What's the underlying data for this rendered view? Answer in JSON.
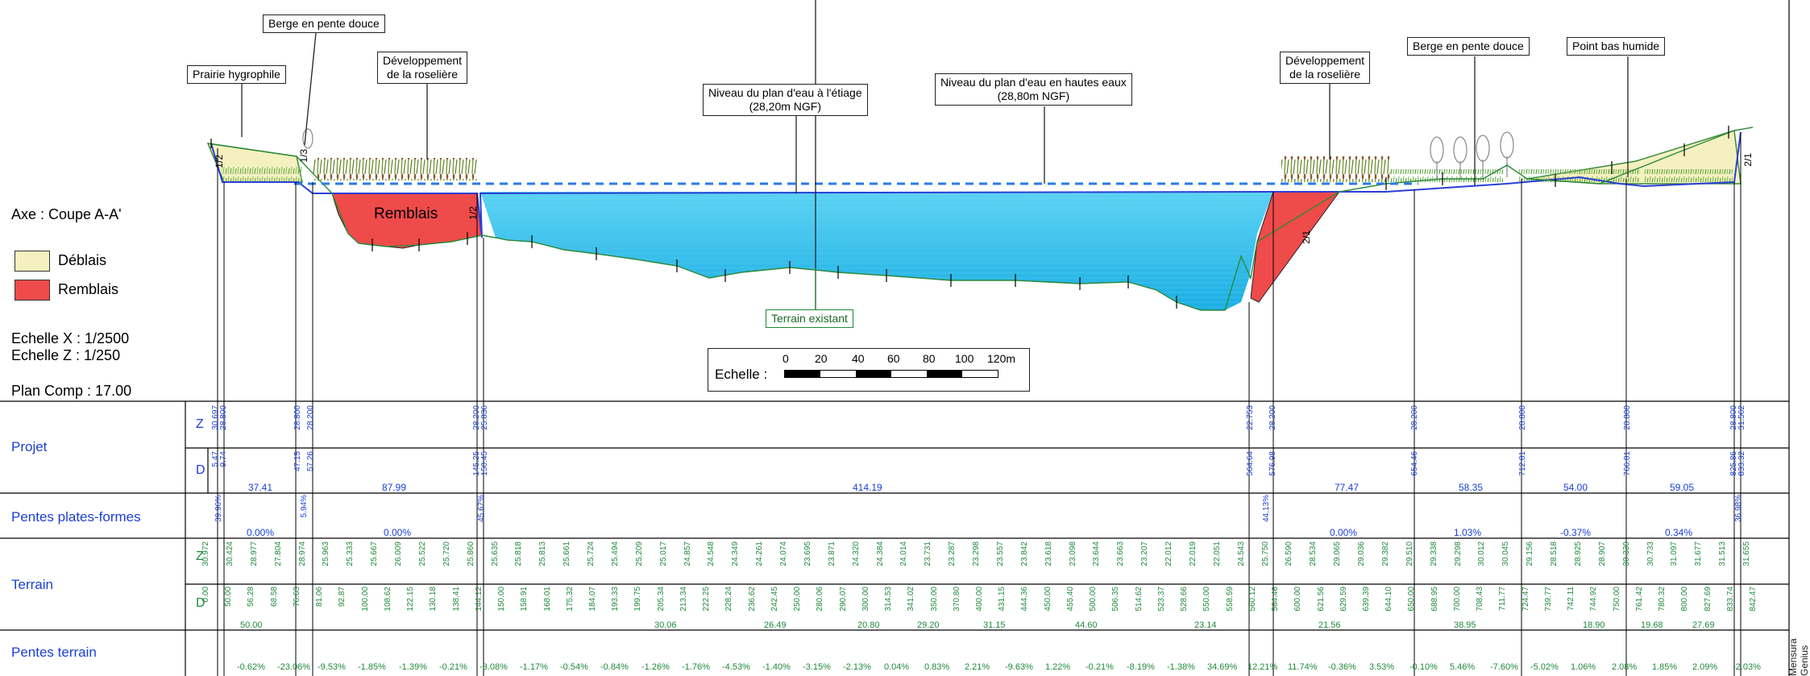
{
  "legend": {
    "axis_label": "Axe : Coupe A-A'",
    "deblais": "Déblais",
    "remblais": "Remblais",
    "deblais_color": "#f5f0c0",
    "remblais_color": "#ef4b4b",
    "echelle_x": "Echelle X : 1/2500",
    "echelle_z": "Echelle Z : 1/250",
    "plan_comp": "Plan Comp : 17.00"
  },
  "callouts": {
    "berge_left": "Berge en pente douce",
    "prairie": "Prairie hygrophile",
    "dev_left_1": "Développement",
    "dev_left_2": "de la roselière",
    "etiage_1": "Niveau du plan d'eau à l'étiage",
    "etiage_2": "(28,20m NGF)",
    "hautes_1": "Niveau du plan d'eau en hautes eaux",
    "hautes_2": "(28,80m NGF)",
    "dev_right_1": "Développement",
    "dev_right_2": "de la roselière",
    "berge_right": "Berge en pente douce",
    "point_bas": "Point bas humide",
    "terrain_existant": "Terrain existant",
    "remblais_label": "Remblais"
  },
  "scale_bar": {
    "label": "Echelle :",
    "ticks": [
      "0",
      "20",
      "40",
      "60",
      "80",
      "100",
      "120m"
    ]
  },
  "slope_labels": {
    "left_bank": "1/2",
    "left_small": "1/3",
    "mid": "1/2",
    "right_fill": "2/1",
    "right_end": "2/1"
  },
  "rows": {
    "projet": "Projet",
    "pentes_pf": "Pentes plates-formes",
    "terrain": "Terrain",
    "pentes_terrain": "Pentes terrain",
    "z": "Z",
    "d": "D"
  },
  "projet_z": [
    "30.697",
    "28.800",
    "28.800",
    "28.200",
    "28.200",
    "25.836",
    "22.753",
    "28.200",
    "28.200",
    "28.800",
    "28.800",
    "28.800",
    "31.562"
  ],
  "projet_d": [
    "5.47",
    "9.74",
    "47.15",
    "57.26",
    "145.25",
    "150.45",
    "564.64",
    "576.98",
    "654.46",
    "712.81",
    "766.81",
    "825.86",
    "833.32"
  ],
  "projet_spans": [
    "37.41",
    "87.99",
    "414.19",
    "77.47",
    "58.35",
    "54.00",
    "59.05"
  ],
  "pentes_pf_vertical": [
    "39.96%",
    "5.94%",
    "45.67%",
    "44.13%",
    "36.98%"
  ],
  "pentes_pf_flat": [
    "0.00%",
    "0.00%",
    "0.00%",
    "1.03%",
    "-0.37%",
    "0.34%"
  ],
  "terrain_z_samples": [
    "30.972",
    "30.424",
    "28.977",
    "27.804",
    "28.974",
    "25.963",
    "25.333",
    "25.667",
    "26.009",
    "25.522",
    "25.720",
    "25.860",
    "25.635",
    "25.818",
    "25.813",
    "25.661",
    "25.724",
    "25.494",
    "25.209",
    "25.017",
    "24.857",
    "24.548",
    "24.349",
    "24.261",
    "24.074",
    "23.695",
    "23.871",
    "24.320",
    "24.384",
    "24.014",
    "23.731",
    "23.287",
    "23.298",
    "23.557",
    "23.842",
    "23.618",
    "23.098",
    "23.644",
    "23.663",
    "23.207",
    "22.012",
    "22.019",
    "22.051",
    "24.543",
    "25.750",
    "26.590",
    "28.534",
    "29.065",
    "29.036",
    "29.382",
    "29.510",
    "29.338",
    "29.298",
    "30.012",
    "30.045",
    "29.156",
    "28.518",
    "28.925",
    "28.907",
    "30.339",
    "30.733",
    "31.097",
    "31.677",
    "31.513",
    "31.655"
  ],
  "terrain_d_samples": [
    "0.00",
    "50.00",
    "56.28",
    "68.58",
    "76.63",
    "81.06",
    "92.87",
    "100.00",
    "108.62",
    "122.15",
    "130.18",
    "138.41",
    "144.12",
    "150.00",
    "158.91",
    "168.01",
    "175.32",
    "184.07",
    "193.33",
    "199.75",
    "205.34",
    "213.34",
    "222.25",
    "228.24",
    "236.62",
    "242.45",
    "250.00",
    "280.06",
    "290.07",
    "300.00",
    "314.53",
    "341.02",
    "350.00",
    "370.80",
    "400.00",
    "431.15",
    "444.36",
    "450.00",
    "455.40",
    "500.00",
    "506.35",
    "514.62",
    "523.37",
    "528.66",
    "550.00",
    "558.59",
    "560.12",
    "564.46",
    "600.00",
    "621.56",
    "629.59",
    "639.39",
    "644.10",
    "650.00",
    "688.95",
    "700.00",
    "708.43",
    "711.77",
    "724.47",
    "739.77",
    "742.11",
    "744.92",
    "750.00",
    "761.42",
    "780.32",
    "800.00",
    "827.69",
    "833.74",
    "842.47"
  ],
  "terrain_spans": [
    "50.00",
    "30.06",
    "26.49",
    "20.80",
    "29.20",
    "31.15",
    "44.60",
    "23.14",
    "21.56",
    "38.95",
    "18.90",
    "19.68",
    "27.69"
  ],
  "pentes_terrain_values": [
    "-0.62%",
    "-23.06%",
    "-9.53%",
    "-1.85%",
    "-1.39%",
    "-0.21%",
    "-3.08%",
    "-1.17%",
    "-0.54%",
    "-0.84%",
    "-1.26%",
    "-1.76%",
    "-4.53%",
    "-1.40%",
    "-3.15%",
    "-2.13%",
    "0.04%",
    "0.83%",
    "2.21%",
    "-9.63%",
    "1.22%",
    "-0.21%",
    "-8.19%",
    "-1.38%",
    "34.69%",
    "12.21%",
    "11.74%",
    "-0.36%",
    "3.53%",
    "-0.10%",
    "5.46%",
    "-7.60%",
    "-5.02%",
    "1.06%",
    "2.08%",
    "1.85%",
    "2.09%",
    "-2.03%"
  ],
  "brand": "Mensura Genius"
}
